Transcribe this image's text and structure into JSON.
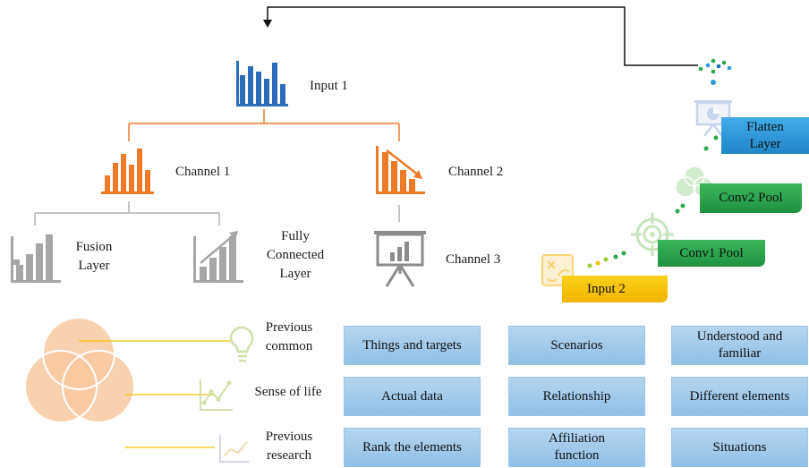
{
  "tree": {
    "input1": "Input 1",
    "channel1": "Channel 1",
    "channel2": "Channel 2",
    "channel3": "Channel 3",
    "fusion_line1": "Fusion",
    "fusion_line2": "Layer",
    "fc_line1": "Fully",
    "fc_line2": "Connected",
    "fc_line3": "Layer"
  },
  "pipeline": {
    "input2": "Input 2",
    "conv1": "Conv1 Pool",
    "conv2": "Conv2 Pool",
    "flatten_line1": "Flatten",
    "flatten_line2": "Layer"
  },
  "rows": [
    {
      "label_line1": "Previous",
      "label_line2": "common",
      "cells": [
        {
          "l1": "Things and targets",
          "l2": ""
        },
        {
          "l1": "Scenarios",
          "l2": ""
        },
        {
          "l1": "Understood and",
          "l2": "familiar"
        }
      ]
    },
    {
      "label_line1": "Sense of life",
      "label_line2": "",
      "cells": [
        {
          "l1": "Actual data",
          "l2": ""
        },
        {
          "l1": "Relationship",
          "l2": ""
        },
        {
          "l1": "Different elements",
          "l2": ""
        }
      ]
    },
    {
      "label_line1": "Previous",
      "label_line2": "research",
      "cells": [
        {
          "l1": "Rank the elements",
          "l2": ""
        },
        {
          "l1": "Affiliation",
          "l2": "function"
        },
        {
          "l1": "Situations",
          "l2": ""
        }
      ]
    }
  ],
  "icons": {
    "input1": "bar-chart-icon",
    "channel1": "bar-chart-icon",
    "channel2": "bar-chart-down-icon",
    "channel3": "presentation-board-icon",
    "fusion": "bar-chart-icon",
    "fully_connected": "bar-chart-up-icon",
    "input2": "map-icon",
    "conv1": "target-icon",
    "conv2": "venn-icon",
    "flatten": "presentation-pie-icon",
    "previous_common": "lightbulb-icon",
    "sense_of_life": "line-chart-icon",
    "previous_research": "line-chart-icon",
    "big_venn": "venn-icon"
  },
  "colors": {
    "blue": "#2b6cb8",
    "orange": "#ee7a27",
    "gray": "#a6a6a6",
    "yellow": "#f5c400",
    "green": "#2aa84a",
    "sky": "#2a9ad8",
    "cell_blue": "#a6cdee",
    "peach": "#f9c9a0"
  }
}
